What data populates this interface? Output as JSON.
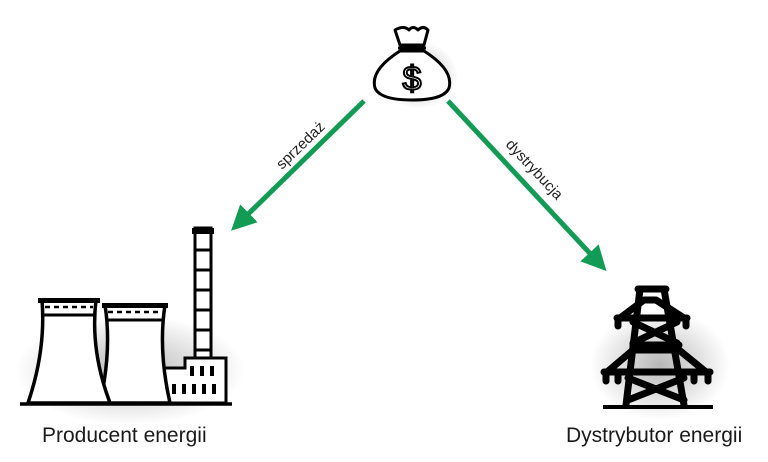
{
  "diagram": {
    "nodes": {
      "money": {
        "name": "Pieniądze",
        "icon": "money-bag-icon"
      },
      "producer": {
        "label": "Producent energii",
        "icon": "power-plant-icon"
      },
      "distributor": {
        "label": "Dystrybutor energii",
        "icon": "transmission-tower-icon"
      }
    },
    "edges": [
      {
        "from": "money",
        "to": "producer",
        "label": "sprzedaż"
      },
      {
        "from": "money",
        "to": "distributor",
        "label": "dystrybucja"
      }
    ],
    "colors": {
      "arrow": "#129B55",
      "icon": "#000000",
      "text": "#1a1a1a"
    }
  }
}
